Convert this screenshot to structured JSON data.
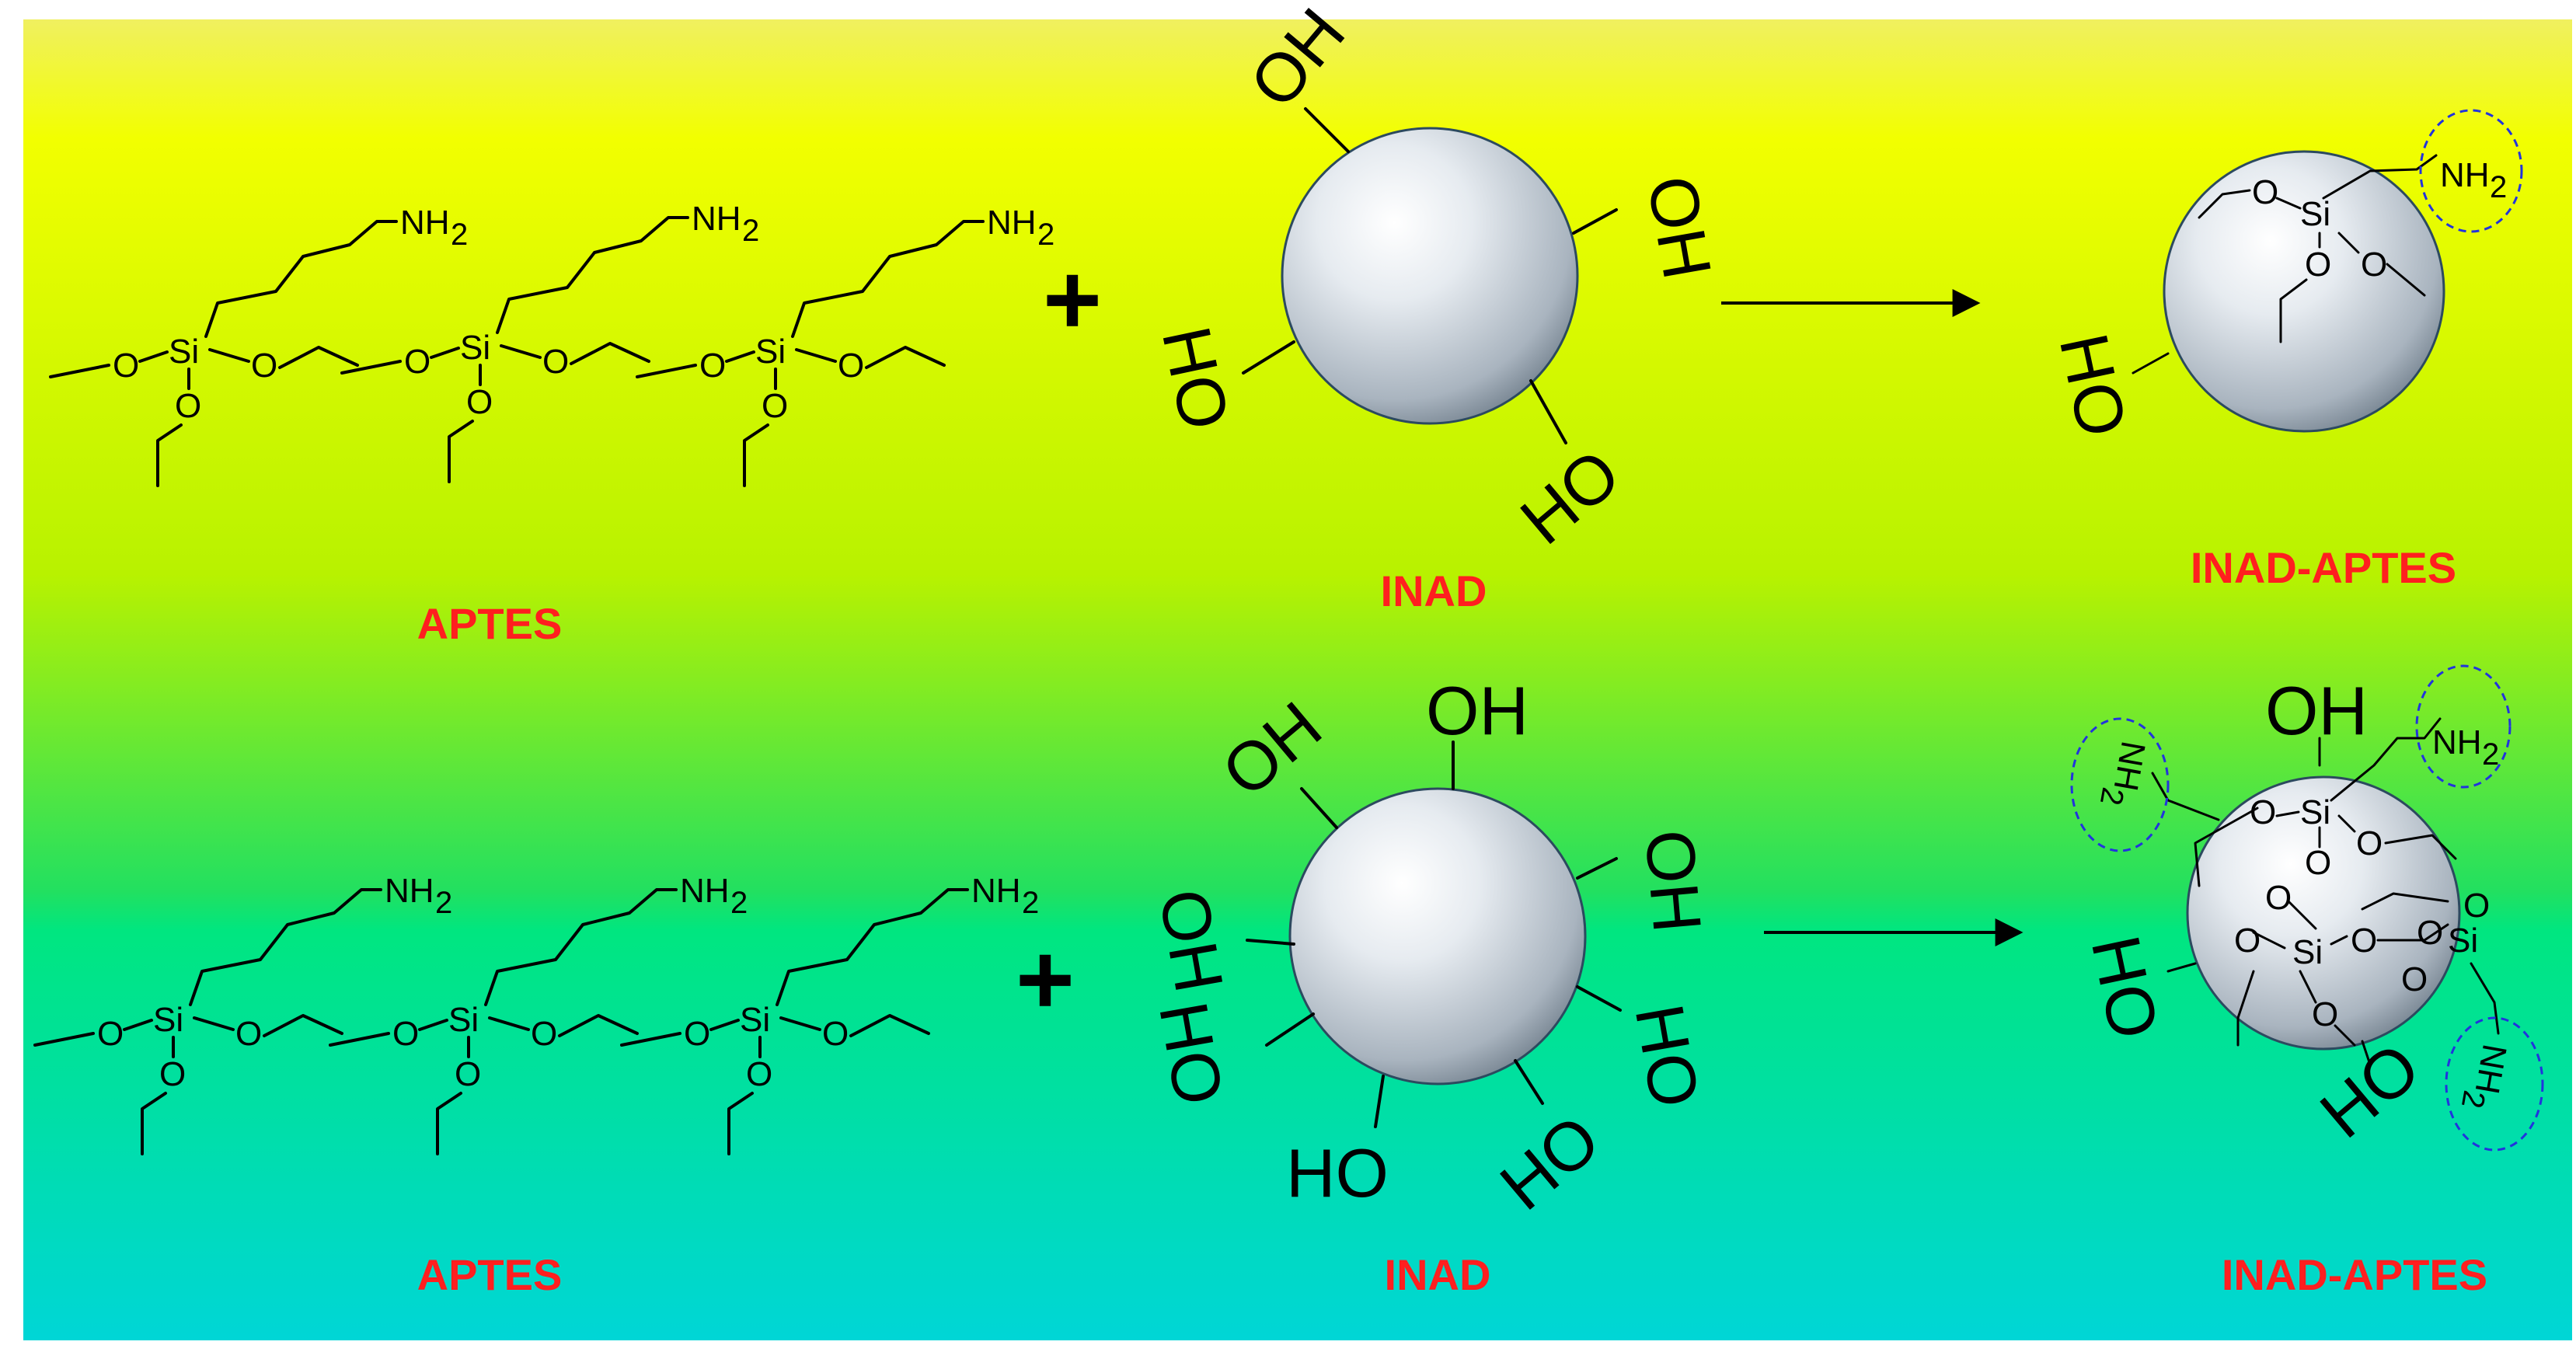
{
  "rows": [
    {
      "reagent_label": "APTES",
      "particle_label": "INAD",
      "product_label": "INAD-APTES",
      "plus": "+"
    },
    {
      "reagent_label": "APTES",
      "particle_label": "INAD",
      "product_label": "INAD-APTES",
      "plus": "+"
    }
  ],
  "atoms": {
    "hydroxyl": "OH",
    "hydroxyl_flipped": "HO",
    "silicon": "Si",
    "oxygen": "O",
    "amine": "NH",
    "amine_subscript": "2"
  },
  "colors": {
    "label": "#ff1f1f",
    "bg_top": "#f0f050",
    "bg_yellow": "#ecff00",
    "bg_green": "#00e676",
    "bg_cyan": "#00d8d8",
    "sphere": "#c8d2dc",
    "dashed_circle": "#2233dd"
  },
  "icons": {
    "reaction_arrow": "right-arrow-icon",
    "nanoparticle": "sphere-icon"
  }
}
